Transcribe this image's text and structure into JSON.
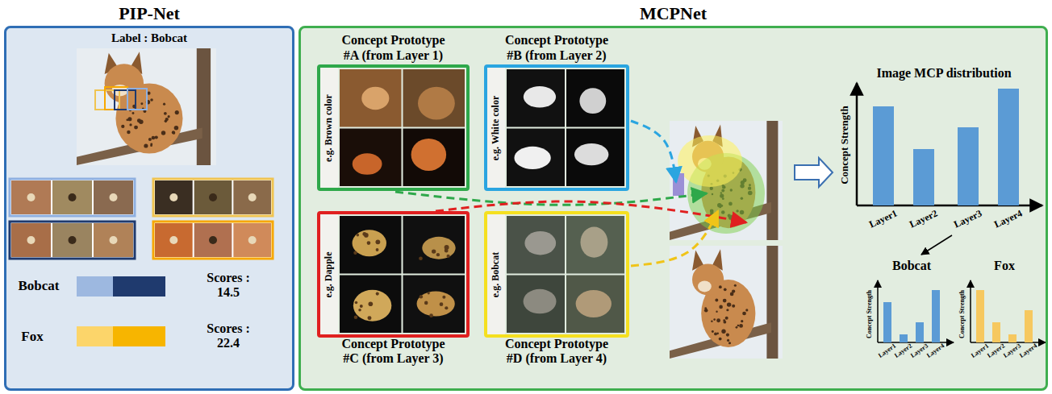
{
  "diagram": {
    "nodes": [
      {
        "text": [
          "PIP-Net"
        ]
      },
      {
        "text": [
          "MCPNet"
        ]
      },
      {
        "text": [
          "Concept Prototype #A (from Layer 1)",
          "e.g. Brown color"
        ],
        "in": 1
      },
      {
        "text": [
          "Concept Prototype #B (from Layer 2)",
          "e.g. White color"
        ],
        "in": 1
      },
      {
        "text": [
          "Concept Prototype #C (from Layer 3)",
          "e.g. Dapple"
        ],
        "in": 1
      },
      {
        "text": [
          "Concept Prototype #D (from Layer 4)",
          "e.g. Bobcat"
        ],
        "in": 1
      }
    ],
    "labels": [
      "Label : Bobcat",
      "Bobcat",
      "Scores : 14.5",
      "Fox",
      "Scores : 22.4",
      "Image MCP distribution",
      "Concept Strength",
      "Layer1",
      "Layer2",
      "Layer3",
      "Layer4",
      "Bobcat",
      "Fox",
      "Concept Strength",
      "Layer1",
      "Layer2",
      "Layer3",
      "Layer4",
      "Concept Strength",
      "Layer1",
      "Layer2",
      "Layer3",
      "Layer4"
    ]
  }
}
